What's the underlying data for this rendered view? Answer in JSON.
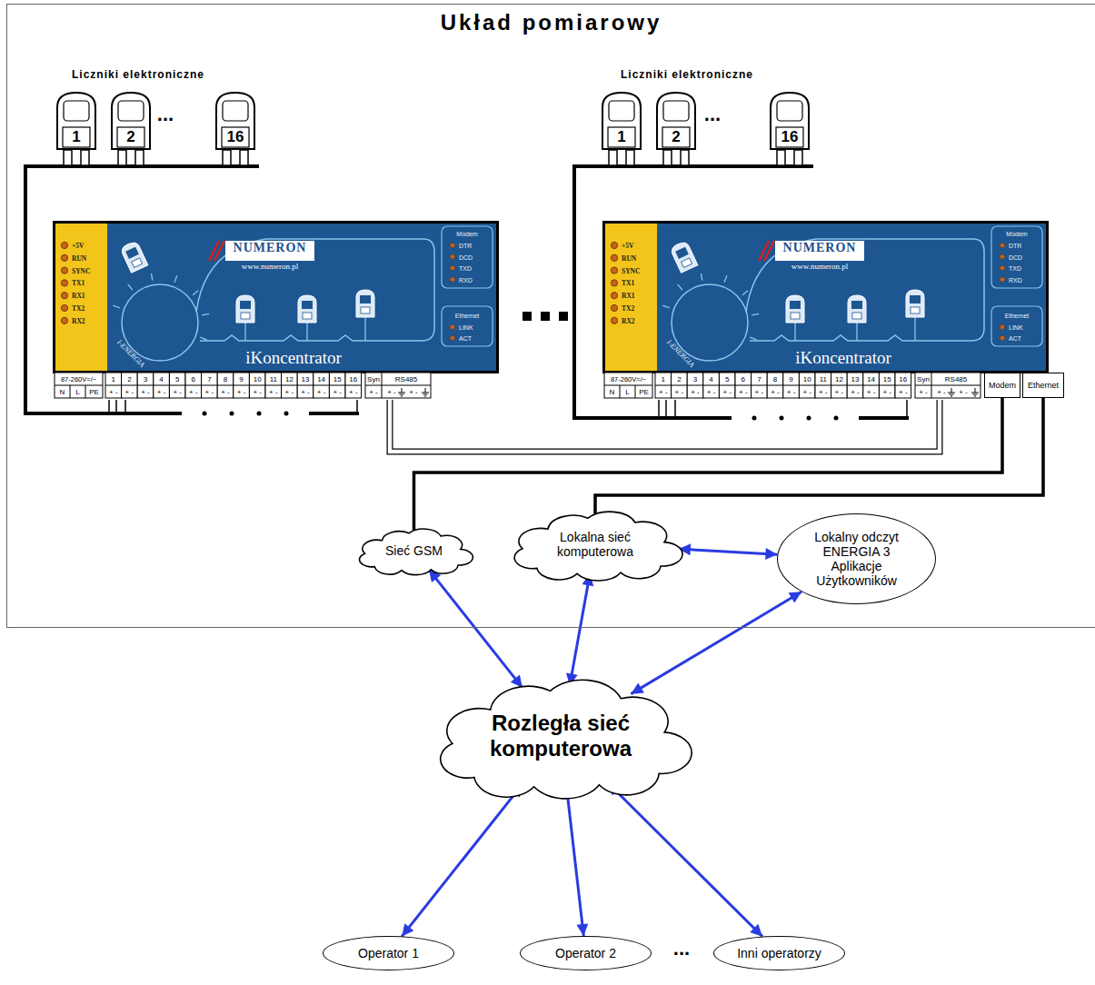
{
  "diagram": {
    "nodes": [
      {
        "text": [
          "Układ pomiarowy"
        ]
      },
      {
        "text": [
          "1"
        ],
        "in": 0
      },
      {
        "text": [
          "2"
        ],
        "in": 0
      },
      {
        "text": [
          "16"
        ],
        "in": 0
      },
      {
        "text": [
          "1"
        ],
        "in": 0
      },
      {
        "text": [
          "2"
        ],
        "in": 0
      },
      {
        "text": [
          "16"
        ],
        "in": 0
      },
      {
        "text": [
          "NUMERON",
          "www.numeron.pl",
          "iKoncentrator"
        ],
        "in": 0
      },
      {
        "text": [
          "NUMERON",
          "www.numeron.pl",
          "iKoncentrator"
        ],
        "in": 0
      },
      {
        "text": [
          "Modem"
        ],
        "in": 8
      },
      {
        "text": [
          "Ethernet"
        ],
        "in": 8
      },
      {
        "text": [
          "Sieć GSM"
        ],
        "in": 0
      },
      {
        "text": [
          "Lokalna sieć komputerowa"
        ],
        "in": 0
      },
      {
        "text": [
          "Lokalny odczyt ENERGIA 3 Aplikacje Użytkowników"
        ],
        "in": 0
      },
      {
        "text": [
          "Rozległa sieć komputerowa"
        ]
      },
      {
        "text": [
          "Operator 1"
        ]
      },
      {
        "text": [
          "Operator 2"
        ]
      },
      {
        "text": [
          "Inni operatorzy"
        ]
      }
    ],
    "edges": [
      {
        "from": 7,
        "to": 8,
        "arrow": "none"
      },
      {
        "from": 9,
        "to": 11,
        "arrow": "none"
      },
      {
        "from": 10,
        "to": 12,
        "arrow": "none"
      },
      {
        "from": 12,
        "to": 13,
        "arrow": "both"
      },
      {
        "from": 11,
        "to": 14,
        "arrow": "both"
      },
      {
        "from": 12,
        "to": 14,
        "arrow": "both"
      },
      {
        "from": 13,
        "to": 14,
        "arrow": "both"
      },
      {
        "from": 14,
        "to": 15,
        "arrow": "both"
      },
      {
        "from": 14,
        "to": 16,
        "arrow": "both"
      },
      {
        "from": 14,
        "to": 17,
        "arrow": "both"
      }
    ],
    "labels": [
      "Liczniki elektroniczne",
      "...",
      "Liczniki elektroniczne",
      "...",
      "+5V",
      "RUN",
      "SYNC",
      "TX1",
      "RX1",
      "TX2",
      "RX2",
      "I-ENERGIA",
      "Modem",
      "DTR",
      "DCD",
      "TXD",
      "RXD",
      "Ethernet",
      "LINK",
      "ACT",
      "87-260V=/~",
      "N",
      "L",
      "PE",
      "1",
      "2",
      "3",
      "4",
      "5",
      "6",
      "7",
      "8",
      "9",
      "10",
      "11",
      "12",
      "13",
      "14",
      "15",
      "16",
      "+ -",
      "+ -",
      "+ -",
      "+ -",
      "+ -",
      "+ -",
      "+ -",
      "+ -",
      "+ -",
      "+ -",
      "+ -",
      "+ -",
      "+ -",
      "+ -",
      "+ -",
      "+ -",
      "Syn",
      "RS485",
      "+ -",
      "+ -",
      "+ -",
      "+5V",
      "RUN",
      "SYNC",
      "TX1",
      "RX1",
      "TX2",
      "RX2",
      "I-ENERGIA",
      "Modem",
      "DTR",
      "DCD",
      "TXD",
      "RXD",
      "Ethernet",
      "LINK",
      "ACT",
      "87-260V=/~",
      "N",
      "L",
      "PE",
      "1",
      "2",
      "3",
      "4",
      "5",
      "6",
      "7",
      "8",
      "9",
      "10",
      "11",
      "12",
      "13",
      "14",
      "15",
      "16",
      "+ -",
      "+ -",
      "+ -",
      "+ -",
      "+ -",
      "+ -",
      "+ -",
      "+ -",
      "+ -",
      "+ -",
      "+ -",
      "+ -",
      "+ -",
      "+ -",
      "+ -",
      "+ -",
      "Syn",
      "RS485",
      "+ -",
      "+ -",
      "+ -",
      "..."
    ]
  }
}
